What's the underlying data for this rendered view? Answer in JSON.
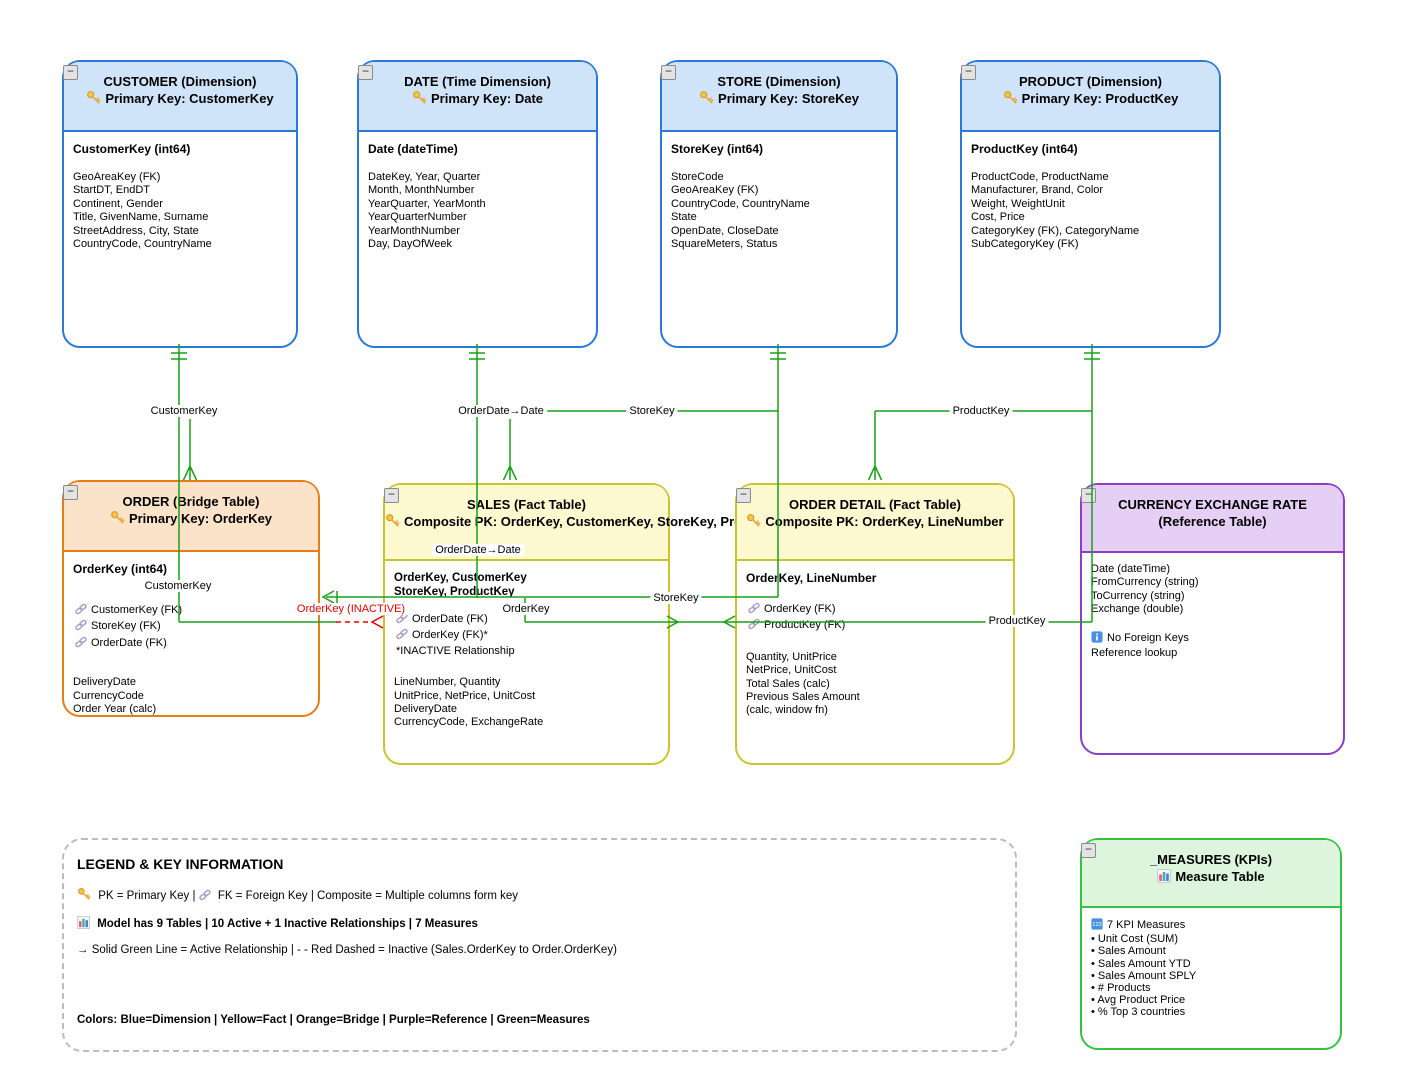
{
  "ui": {
    "collapse_glyph": "−"
  },
  "colors": {
    "dimension_border": "#2a79d6",
    "dimension_fill": "#cfe4f9",
    "fact_border": "#cdc32e",
    "fact_fill": "#fcf9d0",
    "bridge_border": "#e87d17",
    "bridge_fill": "#fbe3c9",
    "reference_border": "#8a3fc6",
    "reference_fill": "#e5cff5",
    "measures_border": "#33c342",
    "measures_fill": "#dcf5dc",
    "active_green": "#18a018",
    "inactive_red": "#e60000"
  },
  "tables": {
    "customer": {
      "title": "CUSTOMER (Dimension)",
      "subtitle": "Primary Key: CustomerKey",
      "pk": "CustomerKey (int64)",
      "fields": [
        "GeoAreaKey (FK)",
        "StartDT, EndDT",
        "Continent, Gender",
        "Title, GivenName, Surname",
        "StreetAddress, City, State",
        "CountryCode, CountryName"
      ]
    },
    "date": {
      "title": "DATE (Time Dimension)",
      "subtitle": "Primary Key: Date",
      "pk": "Date (dateTime)",
      "fields": [
        "DateKey, Year, Quarter",
        "Month, MonthNumber",
        "YearQuarter, YearMonth",
        "YearQuarterNumber",
        "YearMonthNumber",
        "Day, DayOfWeek"
      ]
    },
    "store": {
      "title": "STORE (Dimension)",
      "subtitle": "Primary Key: StoreKey",
      "pk": "StoreKey (int64)",
      "fields": [
        "StoreCode",
        "GeoAreaKey (FK)",
        "CountryCode, CountryName",
        "State",
        "OpenDate, CloseDate",
        "SquareMeters, Status"
      ]
    },
    "product": {
      "title": "PRODUCT (Dimension)",
      "subtitle": "Primary Key: ProductKey",
      "pk": "ProductKey (int64)",
      "fields": [
        "ProductCode, ProductName",
        "Manufacturer, Brand, Color",
        "Weight, WeightUnit",
        "Cost, Price",
        "CategoryKey (FK), CategoryName",
        "SubCategoryKey (FK)"
      ]
    },
    "order": {
      "title": "ORDER (Bridge Table)",
      "subtitle": "Primary Key: OrderKey",
      "pk": "OrderKey (int64)",
      "fk": [
        "CustomerKey (FK)",
        "StoreKey (FK)",
        "OrderDate (FK)"
      ],
      "fields": [
        "DeliveryDate",
        "CurrencyCode",
        "Order Year (calc)"
      ]
    },
    "sales": {
      "title": "SALES (Fact Table)",
      "subtitle": "Composite PK: OrderKey, CustomerKey, StoreKey, ProductKey",
      "pk1": "OrderKey, CustomerKey",
      "pk2": "StoreKey, ProductKey",
      "fk": [
        "OrderDate (FK)",
        "OrderKey (FK)*"
      ],
      "note": "*INACTIVE Relationship",
      "fields": [
        "LineNumber, Quantity",
        "UnitPrice, NetPrice, UnitCost",
        "DeliveryDate",
        "CurrencyCode, ExchangeRate"
      ]
    },
    "order_detail": {
      "title": "ORDER DETAIL (Fact Table)",
      "subtitle": "Composite PK: OrderKey, LineNumber",
      "pk": "OrderKey, LineNumber",
      "fk": [
        "OrderKey (FK)",
        "ProductKey (FK)"
      ],
      "fields": [
        "Quantity, UnitPrice",
        "NetPrice, UnitCost",
        "Total Sales (calc)",
        "Previous Sales Amount",
        "(calc, window fn)"
      ]
    },
    "currency": {
      "title": "CURRENCY EXCHANGE RATE",
      "subtitle": "(Reference Table)",
      "fields": [
        "Date (dateTime)",
        "FromCurrency (string)",
        "ToCurrency (string)",
        "Exchange (double)"
      ],
      "info": "No Foreign Keys",
      "note": "Reference lookup"
    },
    "measures": {
      "title": "_MEASURES (KPIs)",
      "subtitle": "Measure Table",
      "count_line": "7 KPI Measures",
      "items": [
        "Unit Cost (SUM)",
        "Sales Amount",
        "Sales Amount YTD",
        "Sales Amount SPLY",
        "# Products",
        "Avg Product Price",
        "% Top 3 countries"
      ]
    }
  },
  "labels": {
    "customerkey_top": "CustomerKey",
    "orderdate_top": "OrderDate→Date",
    "storekey_top": "StoreKey",
    "productkey_top": "ProductKey",
    "orderdate_sales": "OrderDate→Date",
    "customerkey_mid": "CustomerKey",
    "storekey_mid": "StoreKey",
    "orderkey_mid": "OrderKey",
    "orderkey_inactive": "OrderKey (INACTIVE)",
    "productkey_mid": "ProductKey"
  },
  "legend": {
    "title": "LEGEND & KEY INFORMATION",
    "pk_part": "PK = Primary Key |",
    "fk_part": "FK = Foreign Key | Composite = Multiple columns form key",
    "model_line": "Model has 9 Tables | 10 Active + 1 Inactive Relationships | 7 Measures",
    "line_rule": "→ Solid Green Line = Active Relationship | - - Red Dashed = Inactive (Sales.OrderKey to Order.OrderKey)",
    "colors_line": "Colors: Blue=Dimension | Yellow=Fact | Orange=Bridge | Purple=Reference | Green=Measures"
  }
}
